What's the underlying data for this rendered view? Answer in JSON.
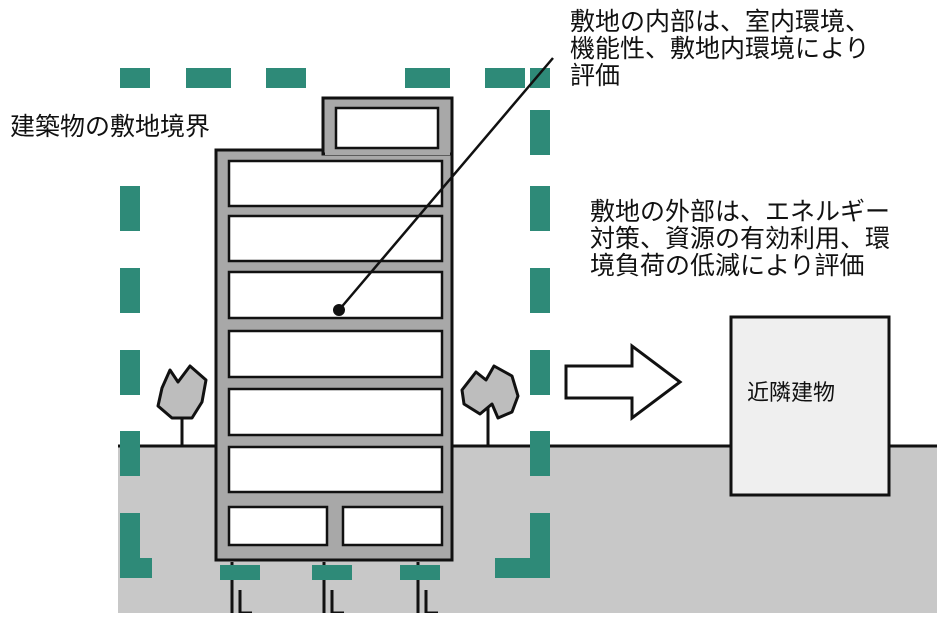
{
  "labels": {
    "site_boundary": "建築物の敷地境界",
    "inner_evaluation": "敷地の内部は、室内環境、\n機能性、敷地内環境により\n評価",
    "outer_evaluation": "敷地の外部は、エネルギー\n対策、資源の有効利用、環\n境負荷の低減により評価",
    "neighbor_building": "近隣建物"
  },
  "colors": {
    "boundary_dash": "#2e8a78",
    "ground": "#c8c8c8",
    "building_fill": "#a8a8a8",
    "window_fill": "#ffffff",
    "neighbor_fill": "#efefef",
    "tree_fill": "#bdbdbd",
    "outline": "#111111"
  },
  "icons": {
    "tree": "tree-icon",
    "arrow": "right-arrow-icon"
  }
}
